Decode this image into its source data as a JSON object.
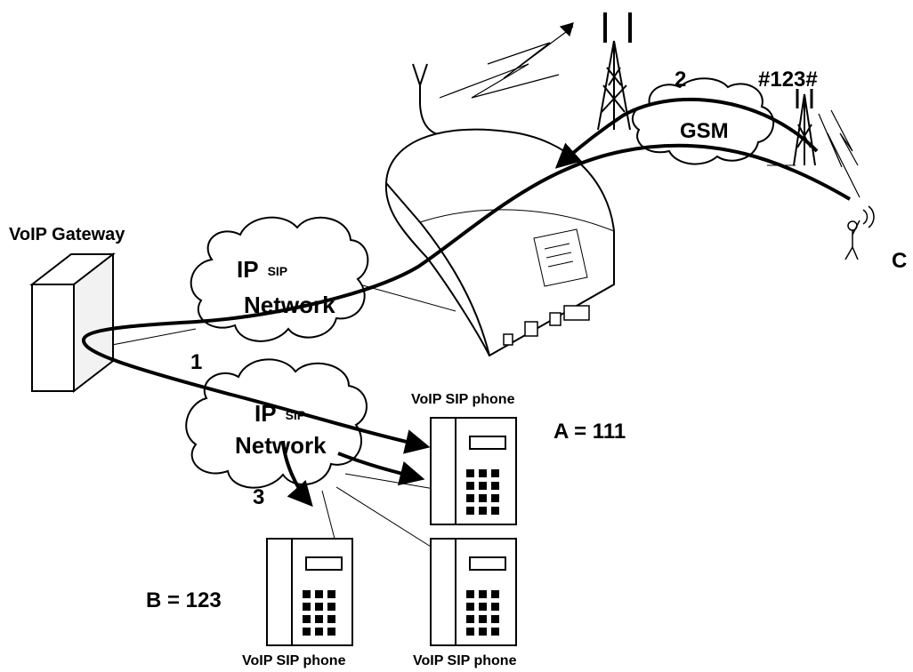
{
  "labels": {
    "gateway": "VoIP Gateway",
    "cloud_ip": "IP",
    "cloud_sip": "SIP",
    "cloud_network": "Network",
    "gsm": "GSM",
    "code": "#123#",
    "step1": "1",
    "step2": "2",
    "step3": "3",
    "phone_a_title": "VoIP SIP phone",
    "phone_a_number": "A = 111",
    "phone_b_number": "B = 123",
    "phone_b_title": "VoIP SIP phone",
    "phone_c_title": "VoIP SIP phone",
    "user_c": "C"
  },
  "icons": [
    "gateway-box-icon",
    "cloud-icon",
    "gsm-cloud-icon",
    "antenna-tower-icon",
    "voip-gsm-device-icon",
    "sip-phone-icon",
    "mobile-user-icon"
  ],
  "colors": {
    "ink": "#000000",
    "background": "#ffffff"
  }
}
